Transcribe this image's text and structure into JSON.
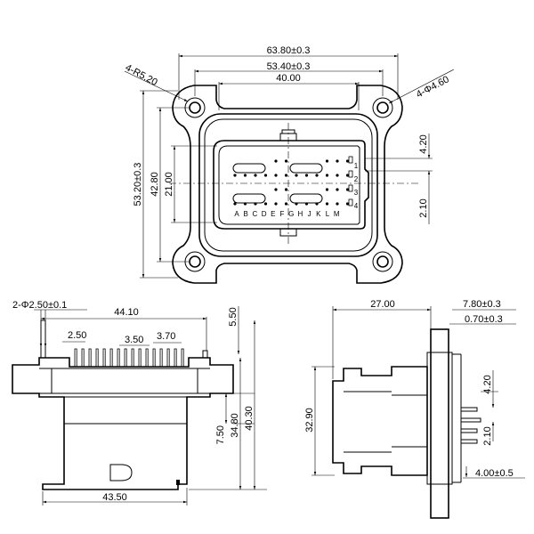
{
  "front_view": {
    "dims": {
      "w1": "63.80±0.3",
      "w2": "53.40±0.3",
      "w3": "40.00",
      "radius": "4-R5.20",
      "holes": "4-Φ4.60",
      "h_total": "53.20±0.3",
      "h_mid": "42.80",
      "h_inner": "21.00",
      "pitch1": "4.20",
      "pitch2": "2.10"
    },
    "column_letters": [
      "A",
      "B",
      "C",
      "D",
      "E",
      "F",
      "G",
      "H",
      "J",
      "K",
      "L",
      "M"
    ],
    "row_numbers": [
      "1",
      "2",
      "3",
      "4"
    ]
  },
  "side_view_left": {
    "dims": {
      "pins": "2-Φ2.50±0.1",
      "width_top": "44.10",
      "pitch_a": "2.50",
      "pitch_b": "3.50",
      "pitch_c": "3.70",
      "h_a": "5.50",
      "h_b": "7.50",
      "h_c": "34.80",
      "h_d": "40.30",
      "width_bottom": "43.50"
    }
  },
  "side_view_right": {
    "dims": {
      "length": "27.00",
      "flange": "7.80±0.3",
      "gap": "0.70±0.3",
      "height": "32.90",
      "pitch1": "4.20",
      "pitch2": "2.10",
      "offset": "4.00±0.5"
    }
  }
}
